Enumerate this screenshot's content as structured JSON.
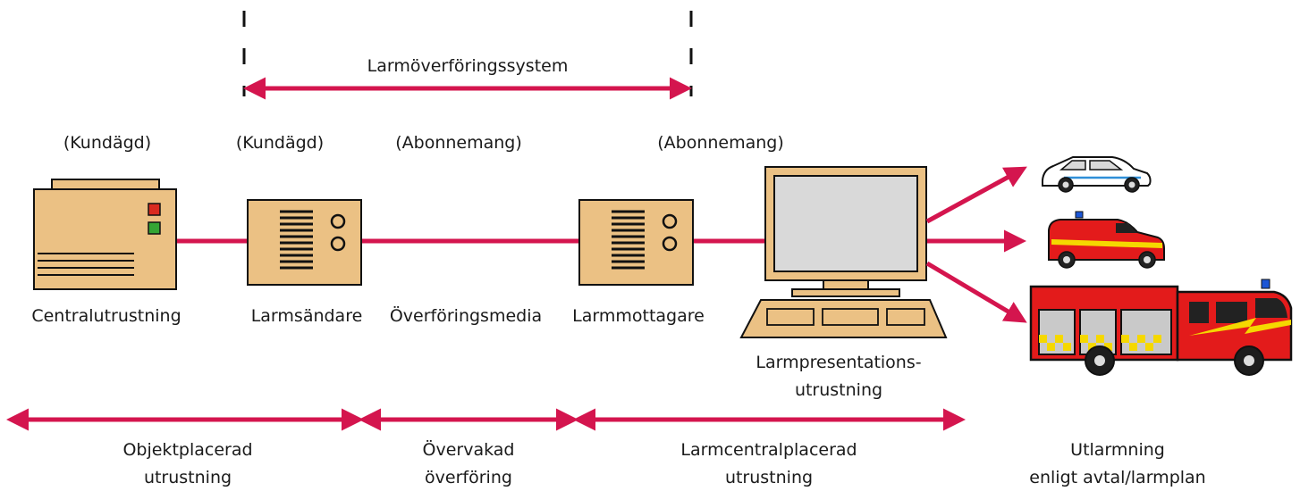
{
  "colors": {
    "connector": "#d4154e",
    "box_fill": "#ebc184",
    "box_stroke": "#111111",
    "screen": "#d9d9d9",
    "led_red": "#d92b20",
    "led_green": "#34a534",
    "vehicle_red": "#e31b1b",
    "stripe_yellow": "#f5d800"
  },
  "top_span": {
    "label": "Larmöverföringssystem"
  },
  "ownership": {
    "central": "(Kundägd)",
    "sender": "(Kundägd)",
    "media": "(Abonnemang)",
    "receiver": "(Abonnemang)"
  },
  "components": {
    "central": "Centralutrustning",
    "sender": "Larmsändare",
    "media": "Överföringsmedia",
    "receiver": "Larmmottagare",
    "presentation_line1": "Larmpresentations-",
    "presentation_line2": "utrustning"
  },
  "icons": {
    "central": "alarm-control-panel-icon",
    "sender": "alarm-transmitter-icon",
    "receiver": "alarm-receiver-icon",
    "presentation": "computer-terminal-icon",
    "car": "patrol-car-icon",
    "van": "fire-van-icon",
    "truck": "fire-truck-icon"
  },
  "bottom_spans": {
    "object_line1": "Objektplacerad",
    "object_line2": "utrustning",
    "monitored_line1": "Övervakad",
    "monitored_line2": "överföring",
    "center_line1": "Larmcentralplacerad",
    "center_line2": "utrustning",
    "dispatch_line1": "Utlarmning",
    "dispatch_line2": "enligt avtal/larmplan"
  }
}
